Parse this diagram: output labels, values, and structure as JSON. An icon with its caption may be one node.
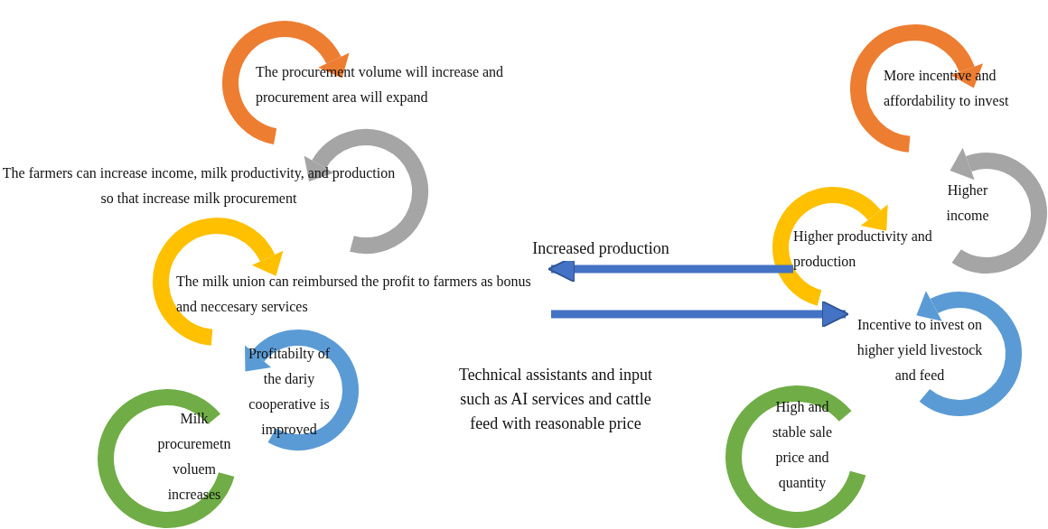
{
  "diagram": {
    "nodes": [
      {
        "text": [
          "The procurement volume will increase and procurement area will expand"
        ]
      },
      {
        "text": [
          "The farmers can increase income, milk productivity, and production so that increase milk procurement"
        ]
      },
      {
        "text": [
          "The milk union can reimbursed the profit to farmers as bonus and neccesary services"
        ]
      },
      {
        "text": [
          "Profitabilty of the dariy cooperative is improved"
        ]
      },
      {
        "text": [
          "Milk procuremetn voluem increases"
        ]
      },
      {
        "text": [
          "More incentive and affordability to invest"
        ]
      },
      {
        "text": [
          "Higher income"
        ]
      },
      {
        "text": [
          "Higher productivity and production"
        ]
      },
      {
        "text": [
          "Incentive to invest on higher yield livestock and feed"
        ]
      },
      {
        "text": [
          "High and stable sale price and quantity"
        ]
      }
    ],
    "edges": [
      {
        "from": 7,
        "to": 2,
        "arrow": "to",
        "label": "Increased production"
      },
      {
        "from": 2,
        "to": 8,
        "arrow": "to",
        "label": "Technical assistants and input such as AI services and cattle feed with reasonable price"
      }
    ]
  }
}
